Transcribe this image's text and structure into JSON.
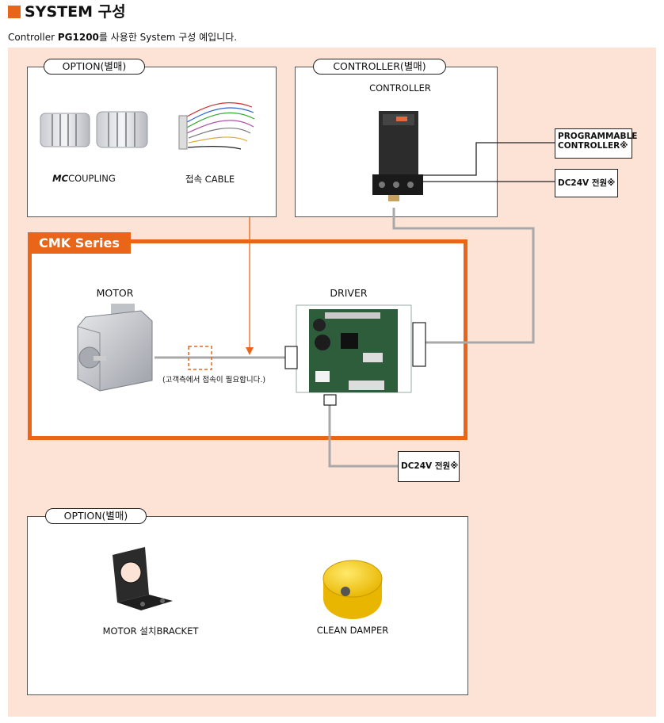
{
  "header": {
    "title": "SYSTEM 구성",
    "subtitle_prefix": "Controller ",
    "subtitle_model": "PG1200",
    "subtitle_suffix": "를 사용한 System 구성 예입니다."
  },
  "option_top": {
    "label": "OPTION(별매)",
    "items": [
      {
        "prefix": "MC",
        "label": "COUPLING"
      },
      {
        "label": "접속 CABLE"
      }
    ]
  },
  "controller_group": {
    "label": "CONTROLLER(별매)",
    "device_label": "CONTROLLER"
  },
  "external": {
    "plc_line1": "PROGRAMMABLE",
    "plc_line2": "CONTROLLER※",
    "power_top": "DC24V 전원※",
    "power_bottom": "DC24V 전원※"
  },
  "cmk": {
    "series_label": "CMK Series",
    "motor_label": "MOTOR",
    "driver_label": "DRIVER",
    "connection_note": "(고객측에서 접속이 필요합니다.)"
  },
  "option_bottom": {
    "label": "OPTION(별매)",
    "items": [
      {
        "label": "MOTOR 설치BRACKET"
      },
      {
        "label": "CLEAN DAMPER"
      }
    ]
  },
  "colors": {
    "accent": "#e8651a",
    "background": "#fde3d6",
    "wire": "#a8a8a8"
  }
}
